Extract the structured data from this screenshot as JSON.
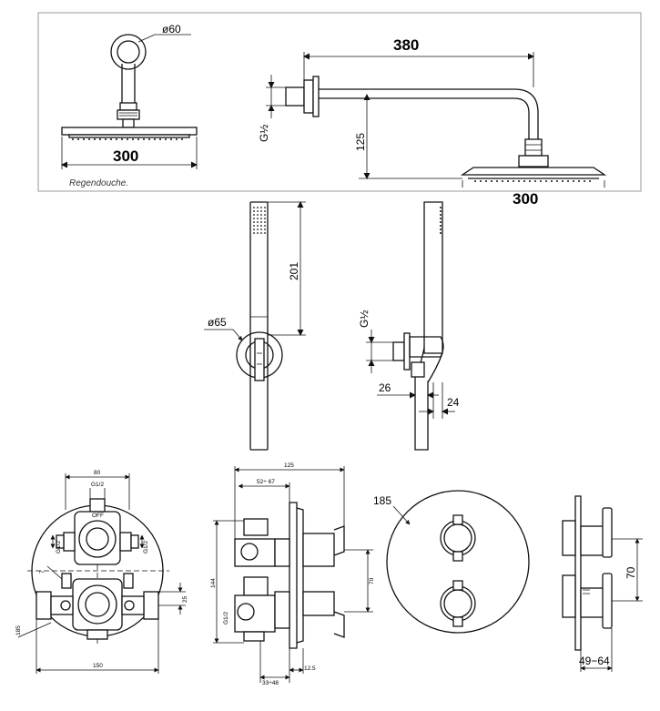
{
  "rain_panel": {
    "caption": "Regendouche.",
    "labels": {
      "dia_60": "ø60",
      "width_300_front": "300",
      "arm_380": "380",
      "thread": "G½",
      "drop_125": "125",
      "width_300_side": "300"
    }
  },
  "hand_shower": {
    "labels": {
      "height_201": "201",
      "dia_65": "ø65",
      "thread": "G½",
      "dim_26": "26",
      "dim_24": "24"
    }
  },
  "valve_body": {
    "labels": {
      "w80": "80",
      "g12_top": "G1/2",
      "off": "OFF",
      "g12_left": "G1/2",
      "g12_right": "G1/2",
      "d7": "7",
      "d25": "25",
      "d185": "185",
      "w150": "150"
    }
  },
  "valve_side": {
    "labels": {
      "w125": "125",
      "range_52_67": "52÷ 67",
      "h144": "144",
      "h70": "70",
      "g12": "G1/2",
      "range_33_48": "33÷48",
      "d125": "12.5"
    }
  },
  "cover_plate": {
    "labels": {
      "dia_185": "185"
    }
  },
  "handles_side": {
    "labels": {
      "h70": "70",
      "range_49_64": "49−64"
    }
  }
}
